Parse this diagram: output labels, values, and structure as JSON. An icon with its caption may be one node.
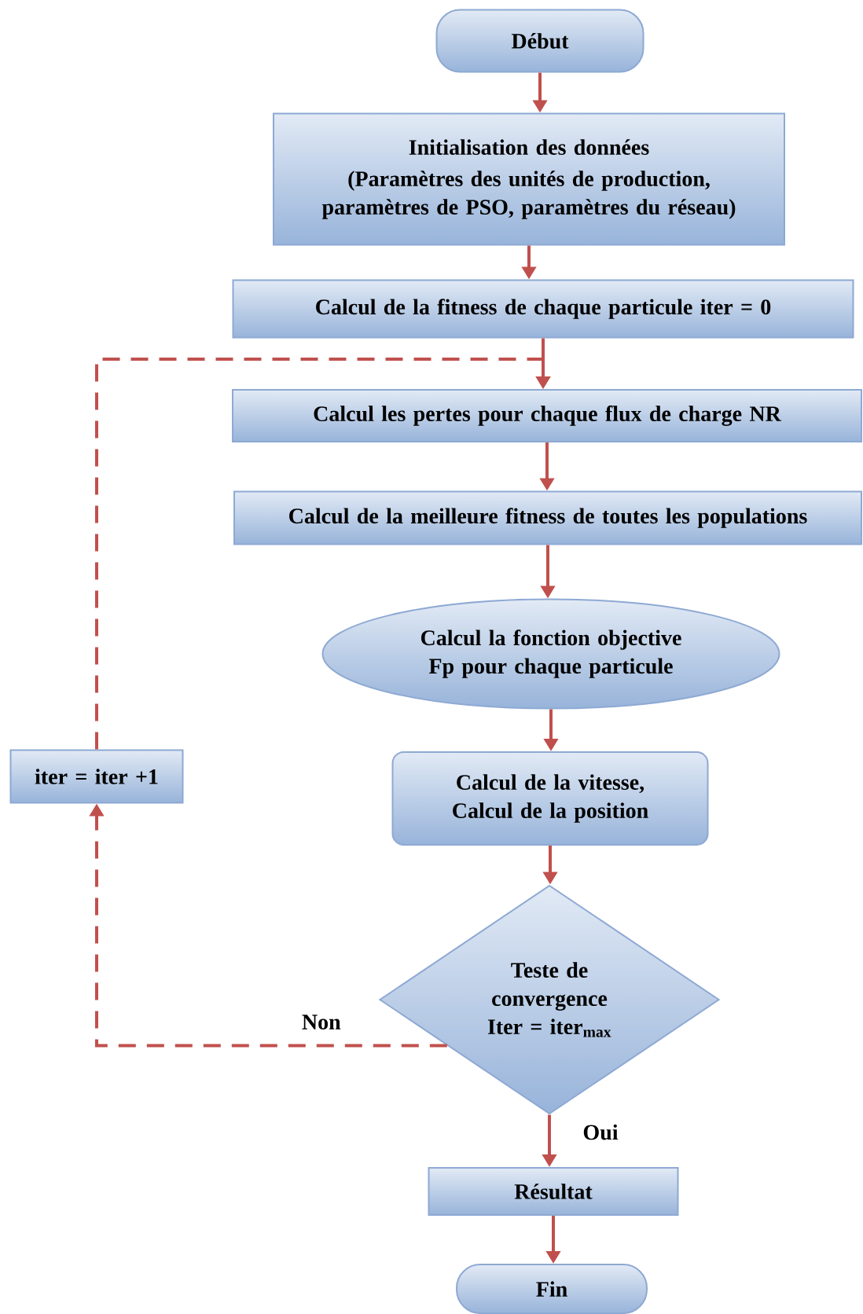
{
  "diagram": {
    "nodes": [
      {
        "text": [
          "Début"
        ]
      },
      {
        "text": [
          "Initialisation des données",
          "(Paramètres des unités de production, paramètres de PSO, paramètres du réseau)"
        ]
      },
      {
        "text": [
          "Calcul de la fitness de chaque particule iter = 0"
        ]
      },
      {
        "text": [
          "Calcul les pertes pour chaque flux de charge NR"
        ]
      },
      {
        "text": [
          "Calcul de la meilleure fitness de toutes les populations"
        ]
      },
      {
        "text": [
          "Calcul la fonction objective Fp pour chaque particule"
        ]
      },
      {
        "text": [
          "Calcul de la vitesse, Calcul de la position"
        ]
      },
      {
        "text": [
          "Teste de convergence Iter = iter$_{max}$"
        ]
      },
      {
        "text": [
          "Résultat"
        ]
      },
      {
        "text": [
          "Fin"
        ]
      },
      {
        "text": [
          "iter = iter +1"
        ]
      }
    ],
    "edges": [
      {
        "from": 0,
        "to": 1,
        "arrow": "to"
      },
      {
        "from": 1,
        "to": 2,
        "arrow": "to"
      },
      {
        "from": 2,
        "to": 3,
        "arrow": "to"
      },
      {
        "from": 3,
        "to": 4,
        "arrow": "to"
      },
      {
        "from": 4,
        "to": 5,
        "arrow": "to"
      },
      {
        "from": 5,
        "to": 6,
        "arrow": "to"
      },
      {
        "from": 6,
        "to": 7,
        "arrow": "to"
      },
      {
        "from": 7,
        "to": 8,
        "arrow": "to",
        "label": "Oui"
      },
      {
        "from": 8,
        "to": 9,
        "arrow": "to"
      },
      {
        "from": 7,
        "to": 10,
        "arrow": "to",
        "label": "Non",
        "style": "dashed"
      },
      {
        "from": 10,
        "to": 3,
        "arrow": "to",
        "style": "dashed"
      }
    ]
  }
}
